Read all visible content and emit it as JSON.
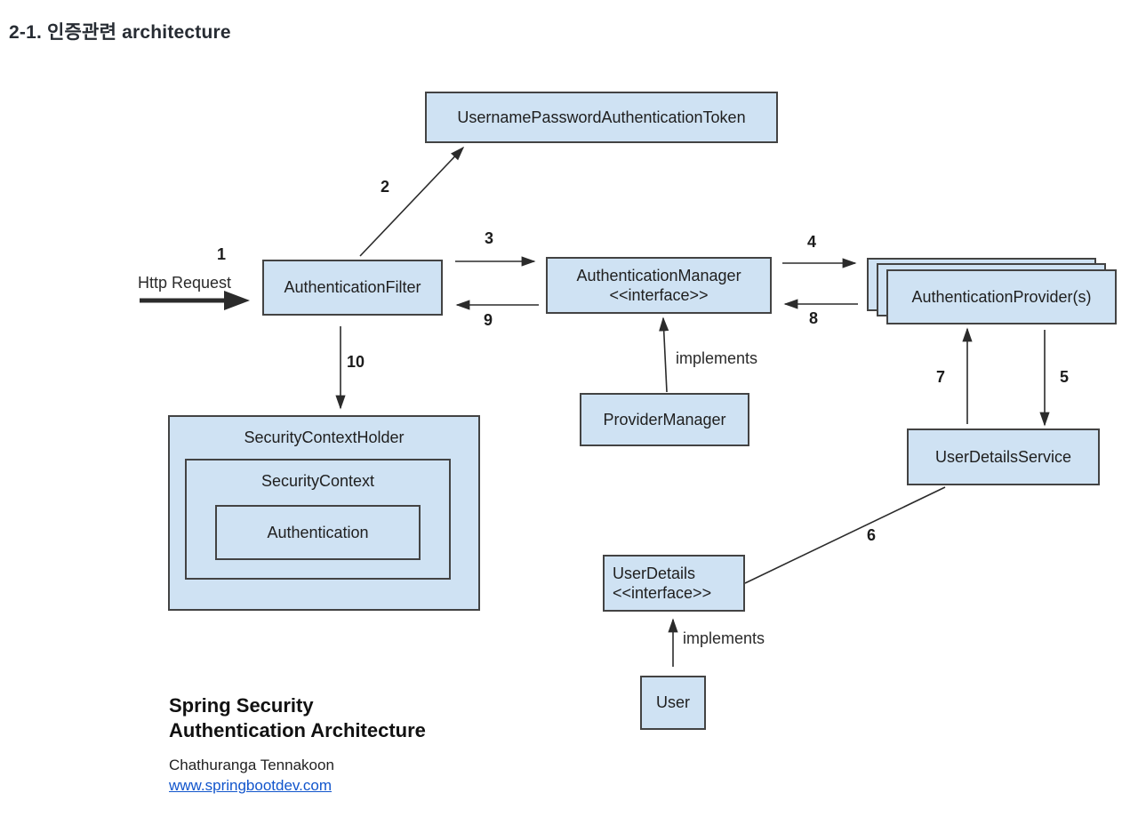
{
  "page_title": "2-1. 인증관련 architecture",
  "diagram": {
    "nodes": {
      "token": {
        "label": "UsernamePasswordAuthenticationToken"
      },
      "filter": {
        "label": "AuthenticationFilter"
      },
      "manager": {
        "label": "AuthenticationManager",
        "stereotype": "<<interface>>"
      },
      "providers": {
        "label": "AuthenticationProvider(s)"
      },
      "provider_manager": {
        "label": "ProviderManager"
      },
      "security_context_holder": {
        "label": "SecurityContextHolder"
      },
      "security_context": {
        "label": "SecurityContext"
      },
      "authentication": {
        "label": "Authentication"
      },
      "user_details_service": {
        "label": "UserDetailsService"
      },
      "user_details": {
        "label": "UserDetails",
        "stereotype": "<<interface>>"
      },
      "user": {
        "label": "User"
      }
    },
    "edge_labels": {
      "http_request": "Http Request",
      "implements_manager": "implements",
      "implements_user": "implements"
    },
    "steps": {
      "s1": "1",
      "s2": "2",
      "s3": "3",
      "s4": "4",
      "s5": "5",
      "s6": "6",
      "s7": "7",
      "s8": "8",
      "s9": "9",
      "s10": "10"
    },
    "colors": {
      "node_fill": "#cfe2f3",
      "node_border": "#434343",
      "arrow": "#2b2b2b",
      "link_color": "#1155cc"
    }
  },
  "footer": {
    "heading_line1": "Spring Security",
    "heading_line2": "Authentication Architecture",
    "author": "Chathuranga Tennakoon",
    "website": "www.springbootdev.com"
  }
}
